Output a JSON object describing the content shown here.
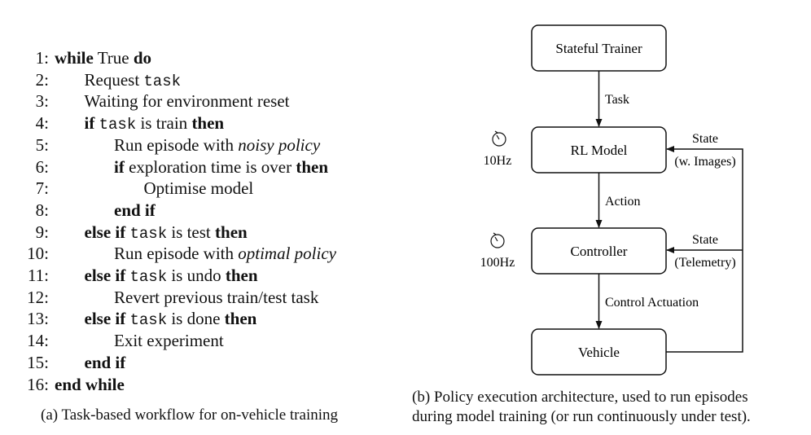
{
  "algorithm": {
    "lines": [
      {
        "num": "1:",
        "indent": 0,
        "parts": [
          {
            "t": "while",
            "s": "kw"
          },
          {
            "t": " True ",
            "s": ""
          },
          {
            "t": "do",
            "s": "kw"
          }
        ]
      },
      {
        "num": "2:",
        "indent": 1,
        "parts": [
          {
            "t": "Request ",
            "s": ""
          },
          {
            "t": "task",
            "s": "tt"
          }
        ]
      },
      {
        "num": "3:",
        "indent": 1,
        "parts": [
          {
            "t": "Waiting for environment reset",
            "s": ""
          }
        ]
      },
      {
        "num": "4:",
        "indent": 1,
        "parts": [
          {
            "t": "if",
            "s": "kw"
          },
          {
            "t": " ",
            "s": ""
          },
          {
            "t": "task",
            "s": "tt"
          },
          {
            "t": " is train ",
            "s": ""
          },
          {
            "t": "then",
            "s": "kw"
          }
        ]
      },
      {
        "num": "5:",
        "indent": 2,
        "parts": [
          {
            "t": "Run episode with ",
            "s": ""
          },
          {
            "t": "noisy policy",
            "s": "em"
          }
        ]
      },
      {
        "num": "6:",
        "indent": 2,
        "parts": [
          {
            "t": "if",
            "s": "kw"
          },
          {
            "t": " exploration time is over ",
            "s": ""
          },
          {
            "t": "then",
            "s": "kw"
          }
        ]
      },
      {
        "num": "7:",
        "indent": 3,
        "parts": [
          {
            "t": "Optimise model",
            "s": ""
          }
        ]
      },
      {
        "num": "8:",
        "indent": 2,
        "parts": [
          {
            "t": "end if",
            "s": "kw"
          }
        ]
      },
      {
        "num": "9:",
        "indent": 1,
        "parts": [
          {
            "t": "else if",
            "s": "kw"
          },
          {
            "t": " ",
            "s": ""
          },
          {
            "t": "task",
            "s": "tt"
          },
          {
            "t": " is test ",
            "s": ""
          },
          {
            "t": "then",
            "s": "kw"
          }
        ]
      },
      {
        "num": "10:",
        "indent": 2,
        "parts": [
          {
            "t": "Run episode with ",
            "s": ""
          },
          {
            "t": "optimal policy",
            "s": "em"
          }
        ]
      },
      {
        "num": "11:",
        "indent": 1,
        "parts": [
          {
            "t": "else if",
            "s": "kw"
          },
          {
            "t": " ",
            "s": ""
          },
          {
            "t": "task",
            "s": "tt"
          },
          {
            "t": " is undo ",
            "s": ""
          },
          {
            "t": "then",
            "s": "kw"
          }
        ]
      },
      {
        "num": "12:",
        "indent": 2,
        "parts": [
          {
            "t": "Revert previous train/test task",
            "s": ""
          }
        ]
      },
      {
        "num": "13:",
        "indent": 1,
        "parts": [
          {
            "t": "else if",
            "s": "kw"
          },
          {
            "t": " ",
            "s": ""
          },
          {
            "t": "task",
            "s": "tt"
          },
          {
            "t": " is done ",
            "s": ""
          },
          {
            "t": "then",
            "s": "kw"
          }
        ]
      },
      {
        "num": "14:",
        "indent": 2,
        "parts": [
          {
            "t": "Exit experiment",
            "s": ""
          }
        ]
      },
      {
        "num": "15:",
        "indent": 1,
        "parts": [
          {
            "t": "end if",
            "s": "kw"
          }
        ]
      },
      {
        "num": "16:",
        "indent": 0,
        "parts": [
          {
            "t": "end while",
            "s": "kw"
          }
        ]
      }
    ],
    "caption": "(a) Task-based workflow for on-vehicle training"
  },
  "diagram": {
    "boxes": {
      "trainer": "Stateful Trainer",
      "rl_model": "RL Model",
      "controller": "Controller",
      "vehicle": "Vehicle"
    },
    "edges": {
      "task": "Task",
      "action": "Action",
      "control": "Control Actuation",
      "state_images_1": "State",
      "state_images_2": "(w. Images)",
      "state_telemetry_1": "State",
      "state_telemetry_2": "(Telemetry)"
    },
    "rates": {
      "rl_model": "10Hz",
      "controller": "100Hz"
    },
    "icon": "timer-icon",
    "caption_line1": "(b) Policy execution architecture, used to run episodes",
    "caption_line2": "during model training (or run continuously under test)."
  }
}
